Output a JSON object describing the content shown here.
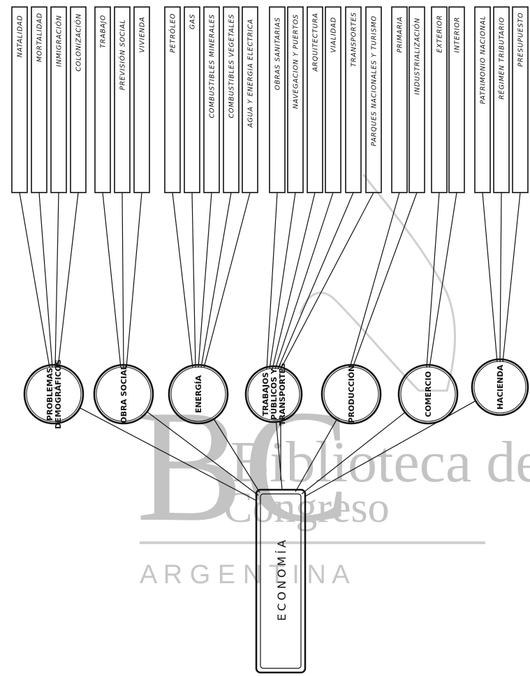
{
  "root": {
    "label": "ECONOMÍA"
  },
  "categories": [
    {
      "label_lines": [
        "PROBLEMAS",
        "DEMOGRÁFICOS"
      ],
      "topics": [
        "NATALIDAD",
        "MORTALIDAD",
        "INMIGRACIÓN",
        "COLONIZACIÓN"
      ]
    },
    {
      "label_lines": [
        "OBRA SOCIAL"
      ],
      "topics": [
        "TRABAJO",
        "PREVISIÓN SOCIAL",
        "VIVIENDA"
      ]
    },
    {
      "label_lines": [
        "ENERGÍA"
      ],
      "topics": [
        "PETRÓLEO",
        "GAS",
        "COMBUSTIBLES MINERALES",
        "COMBUSTIBLES VEGETALES",
        "AGUA Y ENERGIA ELECTRICA"
      ]
    },
    {
      "label_lines": [
        "TRABAJOS",
        "PÚBLICOS Y",
        "TRANSPORTES"
      ],
      "topics": [
        "OBRAS SANITARIAS",
        "NAVEGACION Y PUERTOS",
        "ARQUITECTURA",
        "VIALIDAD",
        "TRANSPORTES",
        "PARQUES NACIONALES Y TURISMO"
      ]
    },
    {
      "label_lines": [
        "PRODUCCIÓN"
      ],
      "topics": [
        "PRIMARIA",
        "INDUSTRIALIZACIÓN"
      ]
    },
    {
      "label_lines": [
        "COMERCIO"
      ],
      "topics": [
        "EXTERIOR",
        "INTERIOR"
      ]
    },
    {
      "label_lines": [
        "HACIENDA"
      ],
      "topics": [
        "PATRIMONIO NACIONAL",
        "RÉGIMEN TRIBUTARIO",
        "PRESUPUESTO"
      ]
    }
  ],
  "watermark": {
    "logo_letters": "BC",
    "line1": "Biblioteca del",
    "line2": "Congreso",
    "country": "A R G E N T I N A"
  }
}
